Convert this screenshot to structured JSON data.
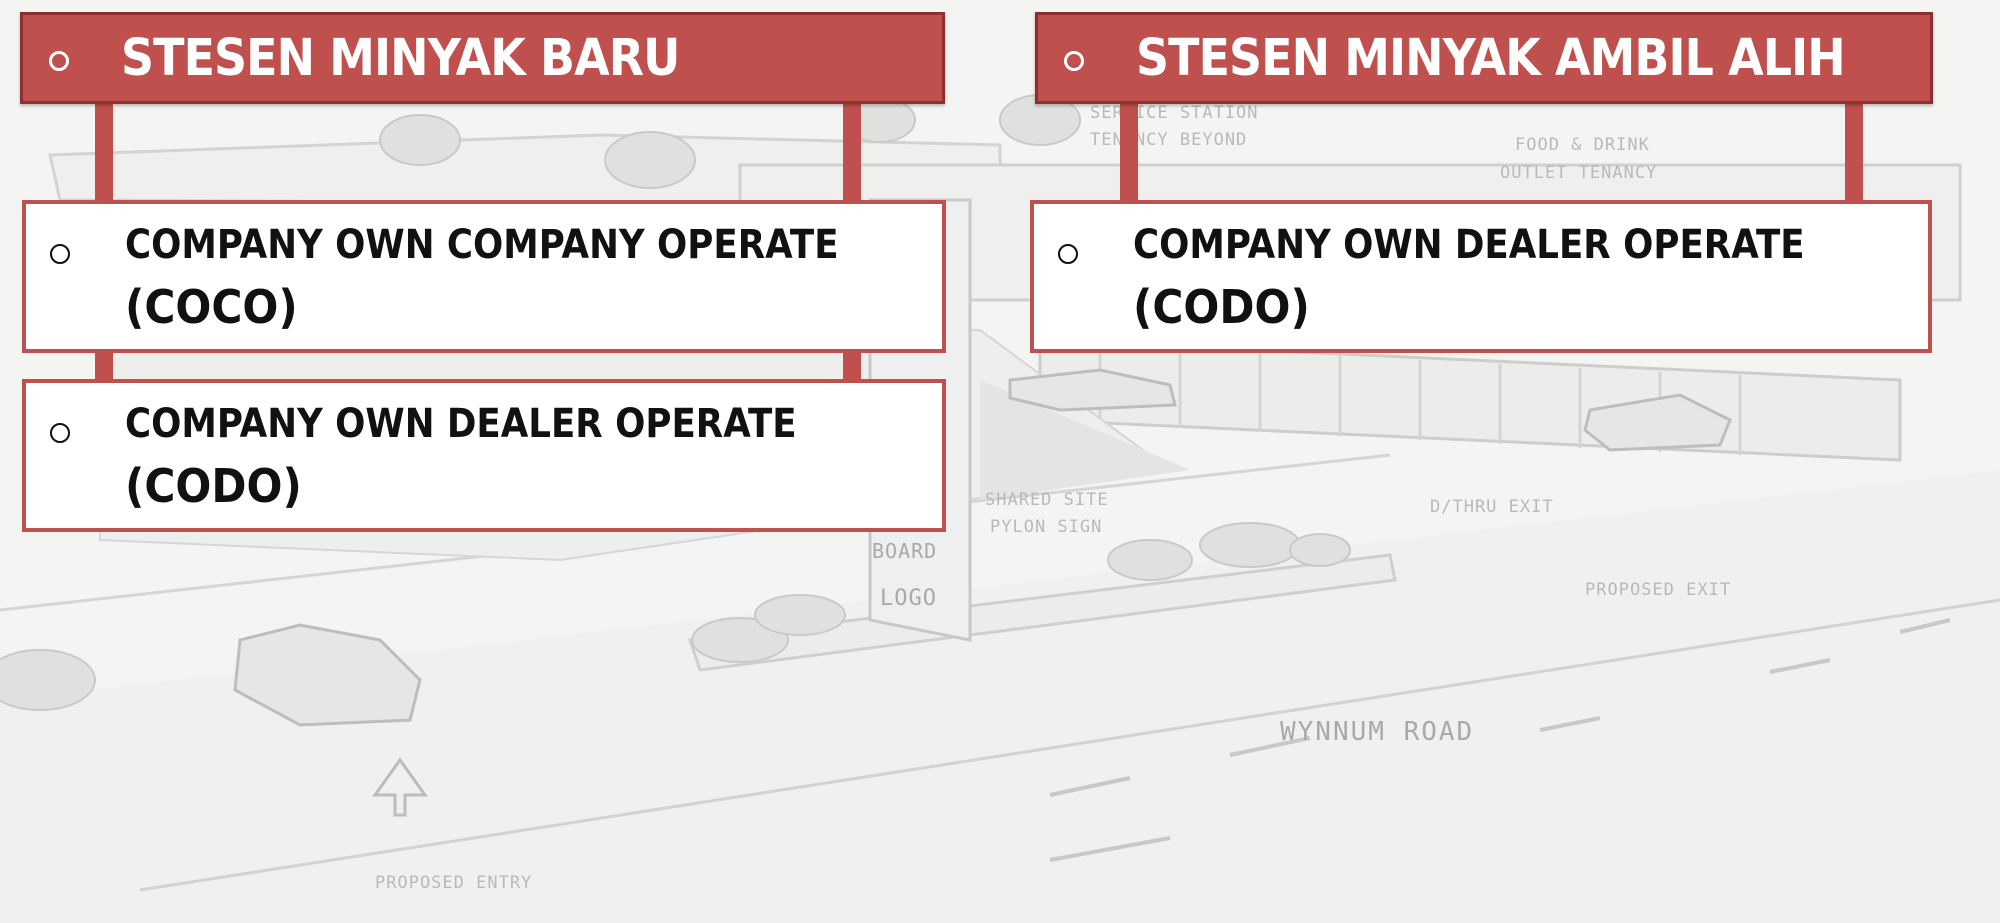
{
  "left": {
    "header": "STESEN MINYAK BARU",
    "items": [
      {
        "line1": "COMPANY OWN COMPANY OPERATE",
        "line2": "(COCO)"
      },
      {
        "line1": "COMPANY OWN DEALER OPERATE",
        "line2": "(CODO)"
      }
    ]
  },
  "right": {
    "header": "STESEN MINYAK AMBIL ALIH",
    "items": [
      {
        "line1": "COMPANY OWN DEALER OPERATE",
        "line2": "(CODO)"
      }
    ]
  },
  "sketch": {
    "service_station": "SERVICE STATION",
    "tenancy_beyond": "TENANCY BEYOND",
    "food_drink": "FOOD & DRINK",
    "outlet_tenancy": "OUTLET TENANCY",
    "shared_site": "SHARED SITE",
    "pylon_sign": "PYLON SIGN",
    "dthru_exit": "D/THRU EXIT",
    "proposed_exit": "PROPOSED EXIT",
    "wynnum_road": "WYNNUM ROAD",
    "proposed_entry": "PROPOSED ENTRY",
    "board": "BOARD",
    "logo": "LOGO"
  },
  "colors": {
    "accent": "#c0504d",
    "accent_dark": "#8f2f2d"
  }
}
